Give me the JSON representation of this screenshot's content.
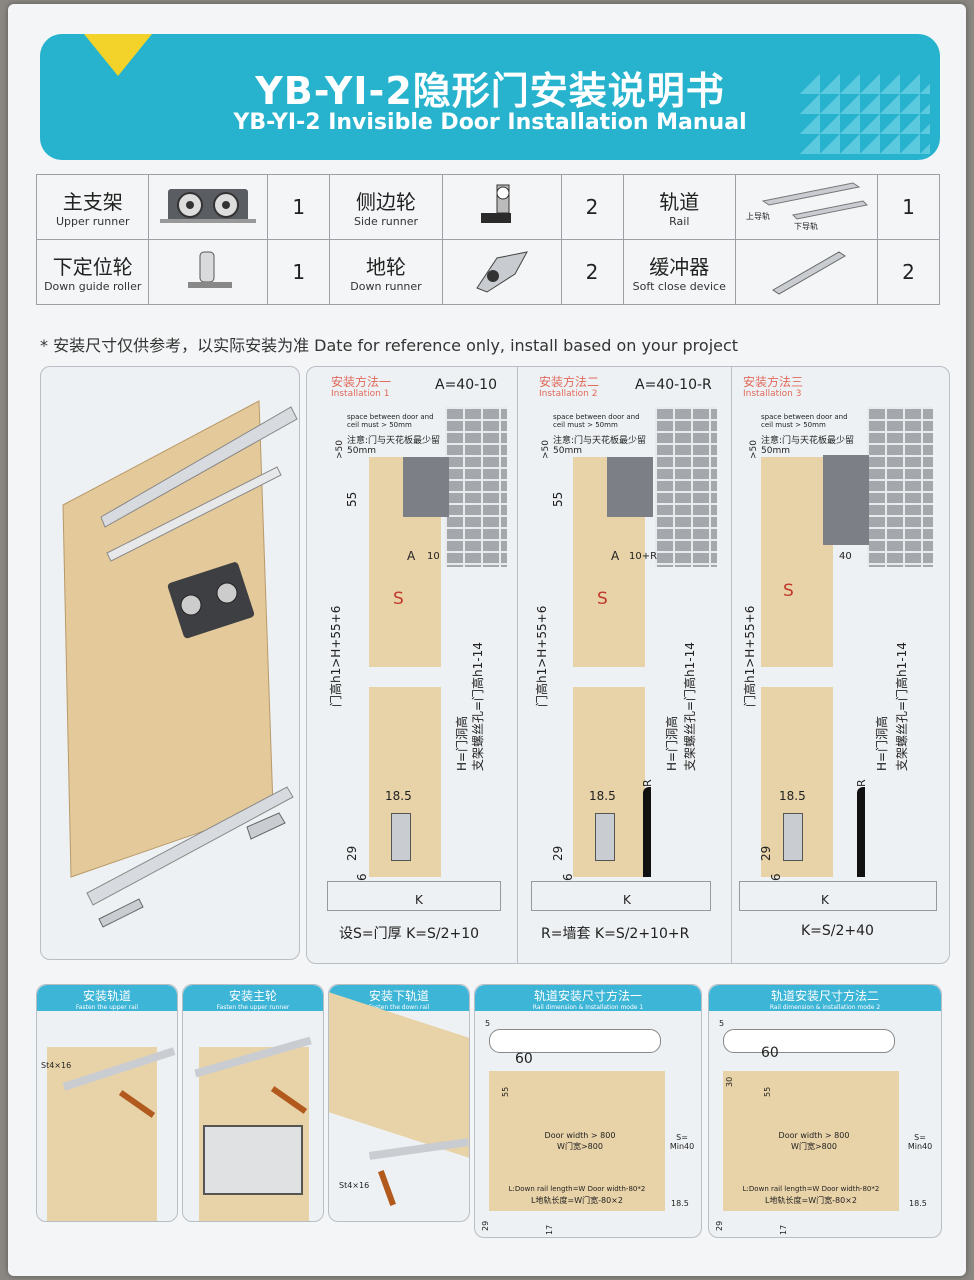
{
  "header": {
    "title_cn": "YB-YI-2隐形门安装说明书",
    "title_en": "YB-YI-2 Invisible Door Installation Manual"
  },
  "parts": [
    {
      "cn": "主支架",
      "en": "Upper runner",
      "qty": "1"
    },
    {
      "cn": "侧边轮",
      "en": "Side runner",
      "qty": "2"
    },
    {
      "cn": "轨道",
      "en": "Rail",
      "qty": "1",
      "sub1": "上导轨",
      "sub2": "下导轨"
    },
    {
      "cn": "下定位轮",
      "en": "Down guide roller",
      "qty": "1"
    },
    {
      "cn": "地轮",
      "en": "Down runner",
      "qty": "2"
    },
    {
      "cn": "缓冲器",
      "en": "Soft close device",
      "qty": "2"
    }
  ],
  "note": "* 安装尺寸仅供参考，以实际安装为准   Date for reference only, install based on your project",
  "methods": [
    {
      "cn": "安装方法一",
      "en": "Installation 1",
      "a": "A=40-10",
      "gap": "10",
      "bottom": "设S=门厚   K=S/2+10"
    },
    {
      "cn": "安装方法二",
      "en": "Installation 2",
      "a": "A=40-10-R",
      "gap": "10+R",
      "bottom": "R=墙套   K=S/2+10+R"
    },
    {
      "cn": "安装方法三",
      "en": "Installation 3",
      "a": "",
      "gap": "40",
      "bottom": "K=S/2+40"
    }
  ],
  "diagram": {
    "space_en": "space between door and ceil must > 50mm",
    "space_cn": "注意:门与天花板最少留50mm",
    "d55": "55",
    "a": "A",
    "s": "S",
    "door_h": "门高h1>H+55+6",
    "h": "H=门洞高",
    "hole": "支架螺丝孔=门高h1-14",
    "d185": "18.5",
    "d29": "29",
    "d6": "6",
    "k": "K",
    "r": "R",
    "gt50": ">50"
  },
  "steps": [
    {
      "cn": "安装轨道",
      "en": "Fasten the upper rail",
      "screw": "St4×16"
    },
    {
      "cn": "安装主轮",
      "en": "Fasten the upper runner",
      "screw": ""
    },
    {
      "cn": "安装下轨道",
      "en": "Fasten the down rail",
      "screw": "St4×16"
    },
    {
      "cn": "轨道安装尺寸方法一",
      "en": "Rail dimension & Installation mode 1"
    },
    {
      "cn": "轨道安装尺寸方法二",
      "en": "Rail dimension & installation mode 2"
    }
  ],
  "rail_dims": {
    "d5": "5",
    "hand": "60",
    "d55": "55",
    "d30": "30",
    "door_w_en": "Door width > 800",
    "door_w_cn": "W门宽>800",
    "s_min": "S=\nMin40",
    "down_en": "L:Down rail length=W Door width-80*2",
    "down_cn": "L地轨长度=W门宽-80×2",
    "d185": "18.5",
    "d29": "29",
    "d17": "17"
  }
}
